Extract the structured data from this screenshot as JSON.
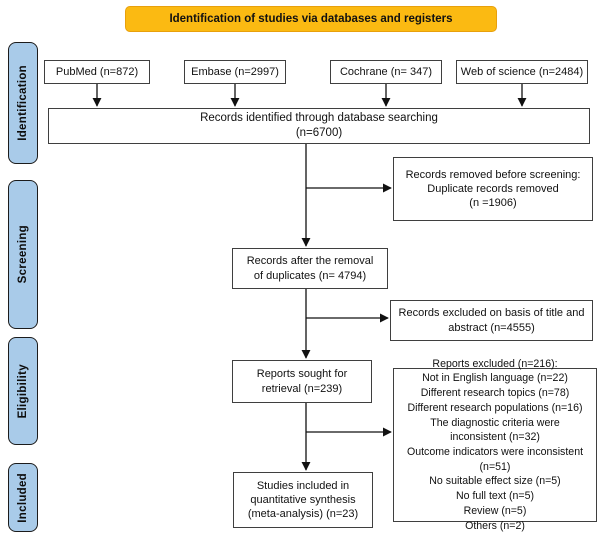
{
  "banner": {
    "label": "Identification of studies via databases and registers"
  },
  "stages": [
    {
      "label": "Identification"
    },
    {
      "label": "Screening"
    },
    {
      "label": "Eligibility"
    },
    {
      "label": "Included"
    }
  ],
  "sources": [
    {
      "label": "PubMed (n=872)"
    },
    {
      "label": "Embase (n=2997)"
    },
    {
      "label": "Cochrane (n= 347)"
    },
    {
      "label": "Web of science (n=2484)"
    }
  ],
  "flow": {
    "identified": "Records identified through database searching\n(n=6700)",
    "removed_before_screening": "Records removed before screening:\nDuplicate records removed\n(n =1906)",
    "after_duplicates": "Records after the removal\nof duplicates (n= 4794)",
    "excluded_title_abstract": "Records excluded on basis of title and\nabstract (n=4555)",
    "sought_retrieval": "Reports sought for\nretrieval (n=239)",
    "reports_excluded": "Reports excluded (n=216):\nNot in English language (n=22)\nDifferent research topics (n=78)\nDifferent research populations (n=16)\nThe diagnostic criteria were\ninconsistent (n=32)\nOutcome indicators were inconsistent\n(n=51)\nNo suitable effect size (n=5)\nNo full text (n=5)\nReview (n=5)\nOthers (n=2)",
    "included_synthesis": "Studies included in\nquantitative synthesis\n(meta-analysis) (n=23)"
  },
  "colors": {
    "banner_bg": "#FBBA12",
    "banner_border": "#E8A00C",
    "stage_bg": "#A9CBE9",
    "box_border": "#3F3F3F",
    "arrow": "#111111"
  }
}
